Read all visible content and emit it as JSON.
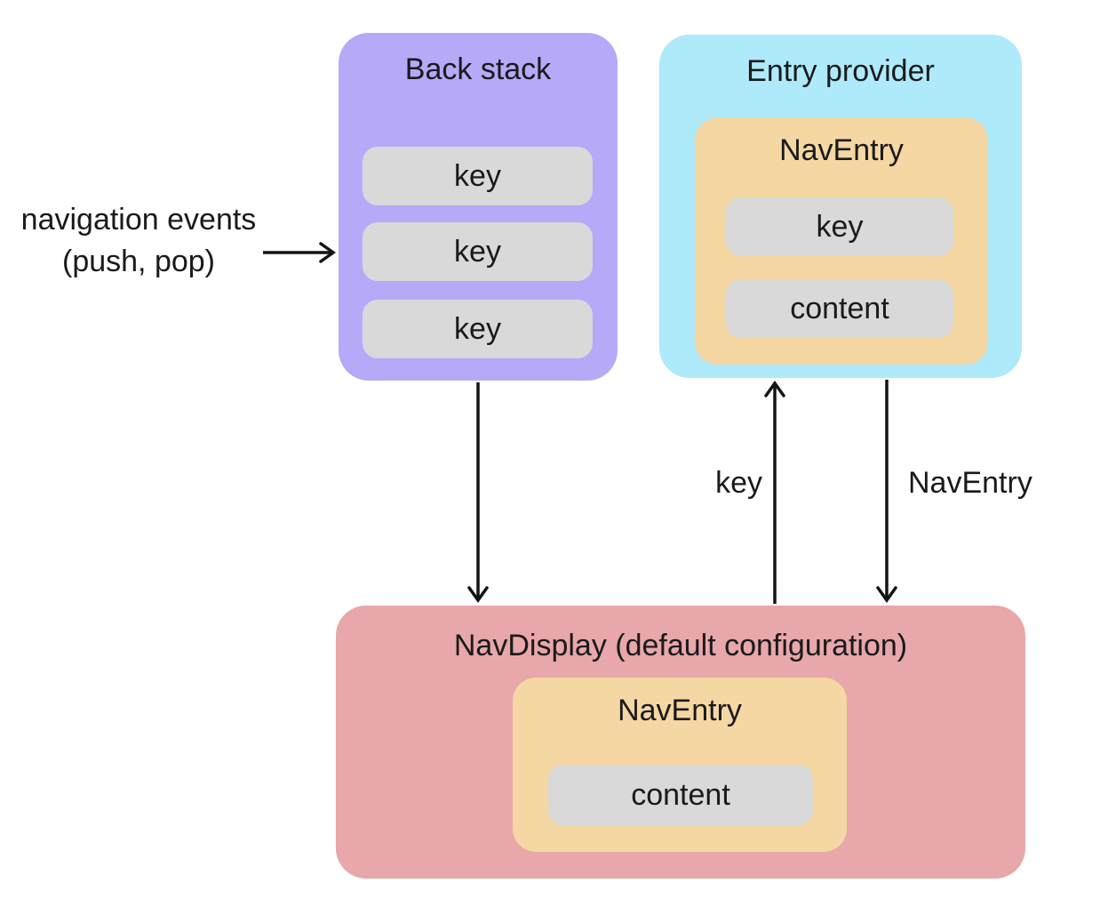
{
  "diagram": {
    "back_stack": {
      "title": "Back stack",
      "keys": [
        "key",
        "key",
        "key"
      ]
    },
    "entry_provider": {
      "title": "Entry provider",
      "nav_entry": {
        "title": "NavEntry",
        "key": "key",
        "content": "content"
      }
    },
    "nav_display": {
      "title": "NavDisplay (default configuration)",
      "nav_entry": {
        "title": "NavEntry",
        "content": "content"
      }
    },
    "annotations": {
      "nav_events_line1": "navigation events",
      "nav_events_line2": "(push, pop)",
      "key_arrow_label": "key",
      "nav_entry_arrow_label": "NavEntry"
    },
    "colors": {
      "purple": "#b6a9f8",
      "cyan": "#aeeafa",
      "tan": "#f4d7a2",
      "gray": "#d9d9d9",
      "pink": "#e8a7aa",
      "ink": "#141414"
    }
  }
}
